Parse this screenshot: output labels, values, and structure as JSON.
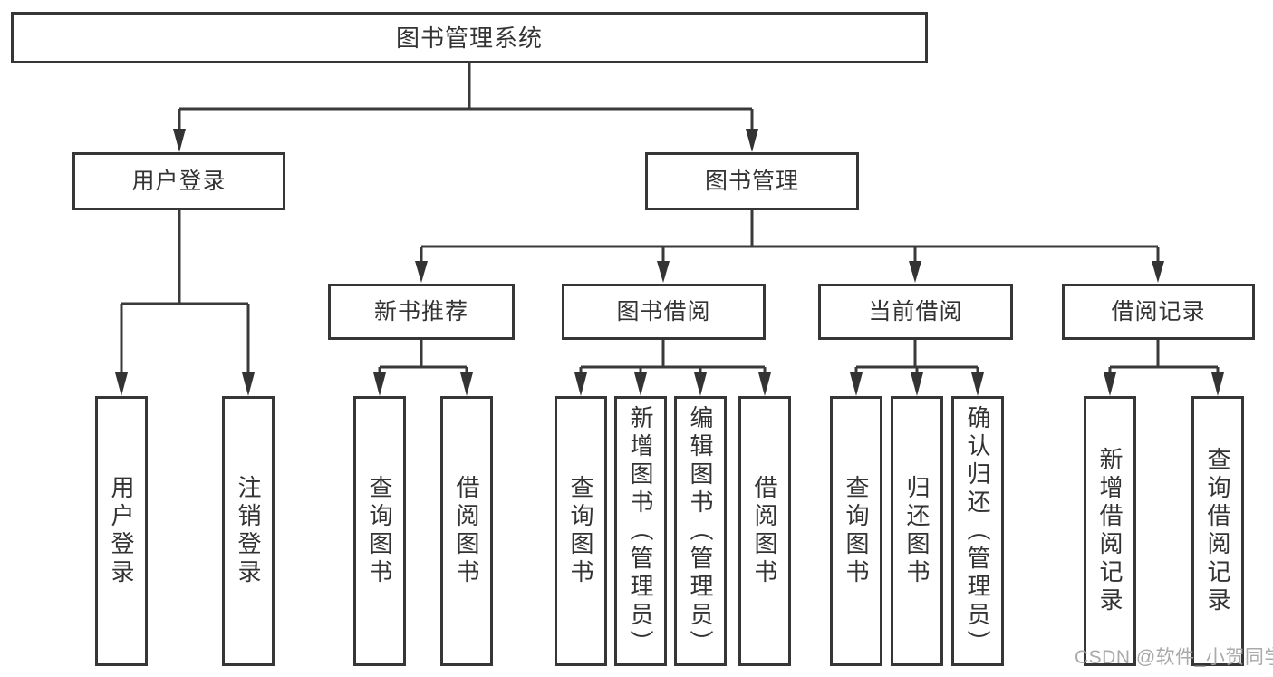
{
  "diagram": {
    "root": {
      "label": "图书管理系统"
    },
    "branches": [
      {
        "label": "用户登录",
        "children": [
          {
            "label": "用户登录"
          },
          {
            "label": "注销登录"
          }
        ]
      },
      {
        "label": "图书管理",
        "children": [
          {
            "label": "新书推荐",
            "children": [
              {
                "label": "查询图书"
              },
              {
                "label": "借阅图书"
              }
            ]
          },
          {
            "label": "图书借阅",
            "children": [
              {
                "label": "查询图书"
              },
              {
                "label": "新增图书（管理员）"
              },
              {
                "label": "编辑图书（管理员）"
              },
              {
                "label": "借阅图书"
              }
            ]
          },
          {
            "label": "当前借阅",
            "children": [
              {
                "label": "查询图书"
              },
              {
                "label": "归还图书"
              },
              {
                "label": "确认归还（管理员）"
              }
            ]
          },
          {
            "label": "借阅记录",
            "children": [
              {
                "label": "新增借阅记录"
              },
              {
                "label": "查询借阅记录"
              }
            ]
          }
        ]
      }
    ],
    "colors": {
      "line": "#3a3a3a",
      "border": "#363636",
      "text": "#333333",
      "watermark": "#a3a3a3"
    },
    "watermark": "CSDN @软件_小贺同学"
  }
}
